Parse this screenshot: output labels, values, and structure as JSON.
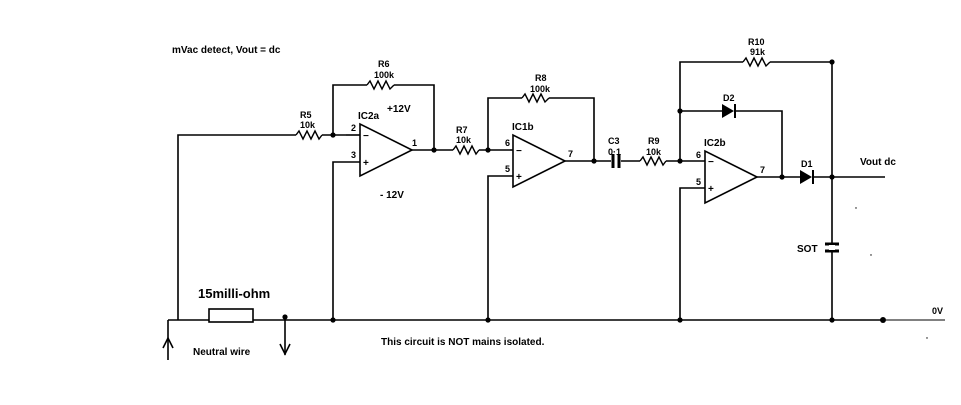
{
  "diagram": {
    "title": "mVac detect, Vout = dc",
    "note": "This circuit is NOT mains isolated.",
    "ground_label": "0V",
    "output_label": "Vout dc",
    "shunt_label": "15milli-ohm",
    "neutral_label": "Neutral wire",
    "components": {
      "r5": {
        "name": "R5",
        "value": "10k"
      },
      "r6": {
        "name": "R6",
        "value": "100k"
      },
      "r7": {
        "name": "R7",
        "value": "10k"
      },
      "r8": {
        "name": "R8",
        "value": "100k"
      },
      "r9": {
        "name": "R9",
        "value": "10k"
      },
      "r10": {
        "name": "R10",
        "value": "91k"
      },
      "c3": {
        "name": "C3",
        "value": "0·1"
      },
      "d1": {
        "name": "D1"
      },
      "d2": {
        "name": "D2"
      },
      "sot": {
        "name": "SOT"
      }
    },
    "opamps": {
      "ic2a": {
        "name": "IC2a",
        "vplus": "+12V",
        "vminus": "- 12V",
        "pin_inv": "2",
        "pin_noninv": "3",
        "pin_out": "1"
      },
      "ic1b": {
        "name": "IC1b",
        "pin_inv": "6",
        "pin_noninv": "5",
        "pin_out": "7"
      },
      "ic2b": {
        "name": "IC2b",
        "pin_inv": "6",
        "pin_noninv": "5",
        "pin_out": "7"
      }
    },
    "signs": {
      "minus": "−",
      "plus": "+"
    }
  }
}
